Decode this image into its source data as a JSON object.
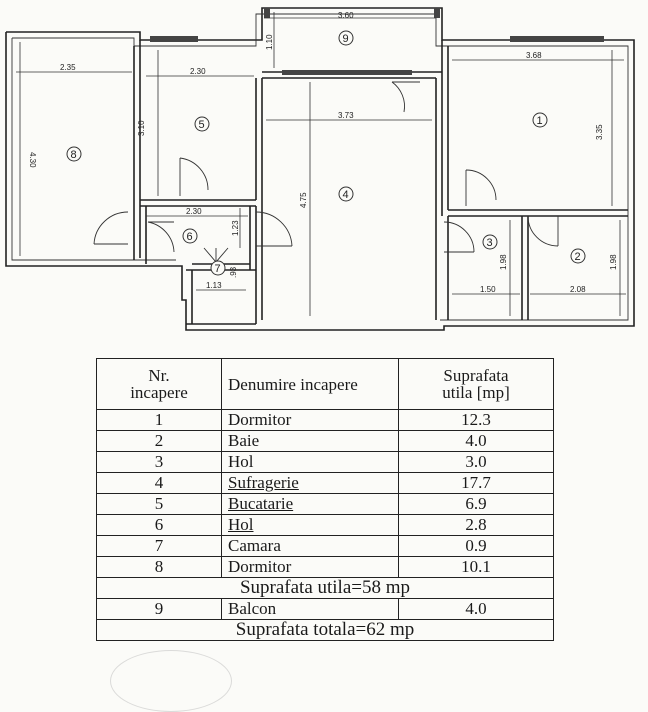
{
  "plan": {
    "dimensions": [
      "2.35",
      "4.30",
      "2.30",
      "3.10",
      "3.60",
      "1.10",
      "3.73",
      "4.75",
      "3.68",
      "3.35",
      "2.30",
      "1.23",
      "1.13",
      ".93",
      "1.98",
      "1.50",
      "1.98",
      "2.08"
    ],
    "rooms": [
      "1",
      "2",
      "3",
      "4",
      "5",
      "6",
      "7",
      "8",
      "9"
    ]
  },
  "table": {
    "header": {
      "nr": "Nr.\nincapere",
      "name": "Denumire incapere",
      "area": "Suprafata\nutila [mp]"
    },
    "rows": [
      {
        "nr": "1",
        "name": "Dormitor",
        "area": "12.3"
      },
      {
        "nr": "2",
        "name": "Baie",
        "area": "4.0"
      },
      {
        "nr": "3",
        "name": "Hol",
        "area": "3.0"
      },
      {
        "nr": "4",
        "name": "Sufragerie",
        "area": "17.7"
      },
      {
        "nr": "5",
        "name": "Bucatarie",
        "area": "6.9"
      },
      {
        "nr": "6",
        "name": "Hol",
        "area": "2.8"
      },
      {
        "nr": "7",
        "name": "Camara",
        "area": "0.9"
      },
      {
        "nr": "8",
        "name": "Dormitor",
        "area": "10.1"
      }
    ],
    "subtotal": "Suprafata utila=58 mp",
    "balcony": {
      "nr": "9",
      "name": "Balcon",
      "area": "4.0"
    },
    "total": "Suprafata totala=62 mp"
  }
}
